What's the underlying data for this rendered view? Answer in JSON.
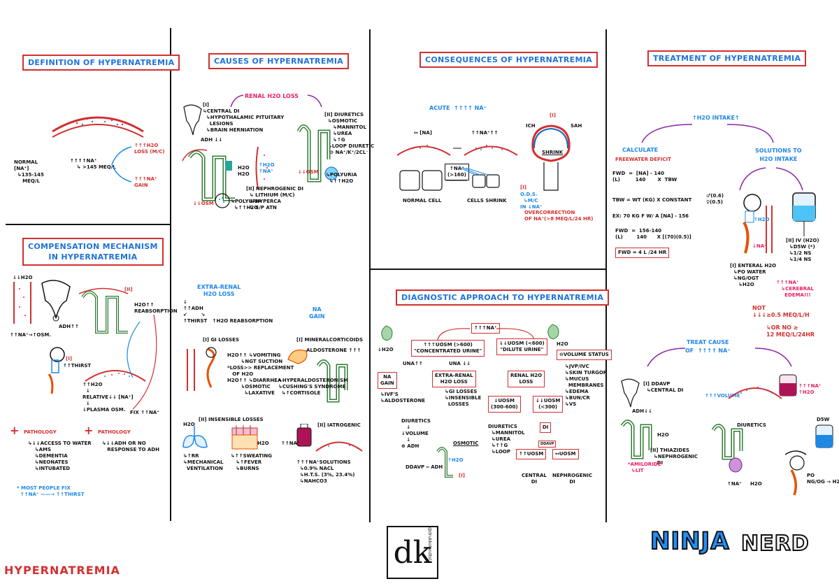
{
  "page_title": "HYPERNATREMIA",
  "brand_logo": "dk",
  "brand_handle": "@drukkolandtol",
  "brand_ninja": "NINJA",
  "brand_nerd": "NERD",
  "definition": {
    "title": "DEFINITION OF HYPERNATREMIA",
    "normal": "NORMAL\n[NA⁺]\n  ↳135-145\n     MEQ/L",
    "high": "↑↑↑↑NA⁺\n    ↳ >145 MEQ/L",
    "out1": "↑↑↑H2O\nLOSS (M/C)",
    "out2": "↑↑↑NA⁺\nGAIN"
  },
  "compensation": {
    "title": "COMPENSATION MECHANISM\nIN HYPERNATREMIA",
    "h2o": "↓↓H2O",
    "na_osm": "↑↑NA⁺→↑OSM.",
    "adh": "ADH↑↑",
    "thirst": "↑↑THIRST",
    "h2o_reabs": "H2O↑↑\nREABSORPTION",
    "relative": "↑↑H2O\n  ↓\nRELATIVE↓↓ [NA⁺]\n  ↓\n↓PLASMA OSM.",
    "fix": "FIX ↑↑NA⁺",
    "path1_label": "PATHOLOGY",
    "path1_list": "↳↓↓ACCESS TO WATER\n    ↳AMS\n    ↳DEMENTIA\n    ↳NEONATES\n    ↳INTUBATED",
    "path2_label": "PATHOLOGY",
    "path2_list": "↳↓↓ADH OR NO\n   RESPONSE TO ADH",
    "note": "* MOST PEOPLE FIX\n  ↑↑NA⁺ ——→ ↑↑THIRST",
    "tag_ii": "[II]",
    "tag_i": "[I]"
  },
  "causes": {
    "title": "CAUSES OF HYPERNATREMIA",
    "renal": "RENAL H2O LOSS",
    "central": "[I]\n↳CENTRAL DI\n  ↳HYPOTHALAMIC PITUITARY\n    LESIONS\n  ↳BRAIN HERNIATION",
    "adh_low": "ADH ↓↓",
    "diuretics": "[II] DIURETICS\n  ↳OSMOTIC\n     ↳MANNITOL\n     ↳UREA\n     ↳↑G\n  ↳LOOP DIURETIC\n   ⊖ NA⁺/K⁺/2CL⁻",
    "nephro": "[II] NEPHROGENIC DI\n  ↳ LITHIUM (M/C)\n  ↳ HYPERCA\n  ↳ S/P ATN",
    "osm": "↓↓OSM",
    "polyuria": "↳POLYURIA\n  ↳↑↑H2O",
    "polyuria2": "↳POLYURIA\n  ↳↑↑H2O",
    "losm": "↓↓OSM",
    "extra": "EXTRA-RENAL\nH2O LOSS",
    "extra_sub": "↓\n↑↑ADH\n↙        ↘\n↑THIRST   ↑H2O REABSORPTION",
    "gi": "[I] GI LOSSES",
    "gi_list": "H2O↑↑ ↳VOMITING\n        ↳NGT SUCTION\n*LOSS>> REPLACEMENT\n   OF H2O\nH2O↑↑ ↳DIARRHEA\n        ↳OSMOTIC\n          ↳LAXATIVE",
    "insens": "[II] INSENSIBLE LOSSES",
    "insens_l": "↳↑RR\n↳MECHANICAL\n  VENTILATION",
    "insens_r": "↳↑↑SWEATING\n   ↳↑FEVER\n   ↳BURNS",
    "na_gain": "NA\nGAIN",
    "mineral": "[I] MINERALCORTICOIDS",
    "aldo": "ALDOSTERONE ↑↑↑",
    "aldo_list": "↳HYPERALDOSTERONISM\n↳CUSHING'S SYNDROME\n  ↳↑CORTISOLE",
    "iatro": "[II] IATROGENIC",
    "iatro_list": "↑↑↑NA⁺SOLUTIONS\n  ↳0.9% NACL\n  ↳H.T.S. (3%, 23.4%)\n  ↳NAHCO3",
    "nahigh": "↑↑NA⁺"
  },
  "consequences": {
    "title": "CONSEQUENCES OF HYPERNATREMIA",
    "acute": "ACUTE  ↑↑↑↑ NA⁺",
    "na_norm": "↔ [NA]",
    "na_high": "↑↑NA⁺↑↑",
    "na_box": "↑NA⁺\n(>160)",
    "normal_cell": "NORMAL CELL",
    "shrink_cells": "CELLS SHRINK",
    "ich": "ICH",
    "sah": "SAH",
    "shrink": "SHRINK",
    "tag": "[I]",
    "brain_out": "O.D.S.\n  ↳M/C\nIN ↓NA⁺",
    "over": "OVERCORRECTION\nOF NA⁺(>8 MEQ/L/24 HR)"
  },
  "diagnostic": {
    "title": "DIAGNOSTIC APPROACH TO HYPERNATREMIA",
    "top": "↑↑↑NA⁺",
    "concentrated": "↑↑↑UOSM (>600)\n\"CONCENTRATED URINE\"",
    "dilute": "↓↓UOSM (<600)\n\"DILUTE URINE\"",
    "h2o_l": "↓H2O",
    "h2o_r": "H2O",
    "una_l": "UNA↑↑",
    "una_r": "UNA ↓↓",
    "na_gain": "NA\nGAIN",
    "na_gain_list": "↳IVF'S\n↳ALDOSTERONE",
    "extra": "EXTRA-RENAL\nH2O LOSS",
    "extra_list": "↳GI LOSSES\n↳INSENSIBLE\n  LOSSES",
    "renal": "RENAL H2O\nLOSS",
    "volume": "⊖VOLUME STATUS",
    "volume_list": "↳JVP/IVC\n↳SKIN TURGOR\n↳MUCUS\n  MEMBRANES\n↳EDEMA\n↳BUN/CR\n↳VS",
    "uosm1": "↓UOSM\n(300-600)",
    "uosm2": "↓↓UOSM\n(<300)",
    "diuretics_label": "DIURETICS\n   ↓\n↓VOLUME\n   ↓\n⊕ ADH",
    "ddavp": "DDAVP ═ ADH",
    "osmotic": "OSMOTIC",
    "osm_list": "DIURETICS\n  ↳MANNITOL\n  ↳UREA\n  ↳↑↑G\n  ↳LOOP",
    "di": "DI",
    "ddavp_small": "DDAVP",
    "uosm_up": "↑↑UOSM",
    "uosm_dn": "↔UOSM",
    "central": "CENTRAL\nDI",
    "nephro": "NEPHROGENIC\nDI",
    "h2o_tag": "↑H2O",
    "tag_i": "[I]"
  },
  "treatment": {
    "title": "TREATMENT OF HYPERNATREMIA",
    "intake": "↑H2O INTAKE↑",
    "calc": "CALCULATE",
    "fwd_label": "FREEWATER DEFICIT",
    "sol": "SOLUTIONS TO\nH2O INTAKE",
    "fwd_eq": "FWD  =  [NA] - 140\n(L)         140       X  TBW",
    "tbw_eq": "TBW = WT (KG) X CONSTANT",
    "const": "♂(0.6)\n♀(0.5)",
    "ex": "EX: 70 KG F W/ A [NA] - 156",
    "fwd_calc": "FWD  =  156-140\n(L)        140      X [(70)(0.5)]",
    "fwd_res": "FWD = 4 L /24 HR",
    "iv": "[II] IV (H2O)\n  ↳D5W (*)\n  ↳1/2 NS\n  ↳1/4 NS",
    "enteral": "[I] ENTERAL H2O\n  ↳PO WATER\n  ↳NG/OGT\n     ↳H2O",
    "cerebral": "↑↑↑NA⁺\n   ↳CEREBRAL\n     EDEMA!!!",
    "not": "NOT\n↓↓↓≥0.5 MEQ/L/H",
    "or": "↳OR NO ≥\n12 MEQ/L/24HR",
    "treat_cause": "TREAT CAUSE\nOF  ↑↑↑↑ NA⁺",
    "ddavp": "[I] DDAVP\n  ↳CENTRAL DI",
    "adh": "ADH↓↓",
    "thiazides": "[II] THIAZIDES\n  ↳NEPHROGENIC\n    DI",
    "amiloride": "*AMILORIDE\n  ↳LIT",
    "volume": "↑↑↑VOLUME",
    "na_h2o": "↑↑↑NA⁺\n↑H2O",
    "diuretics": "DIURETICS",
    "d5w": "D5W",
    "po": "PO\nNG/OG → H2O",
    "bot_na": "↑NA⁺     H2O",
    "h2o_small": "↑H2O",
    "na_small": "↓NA⁺"
  }
}
